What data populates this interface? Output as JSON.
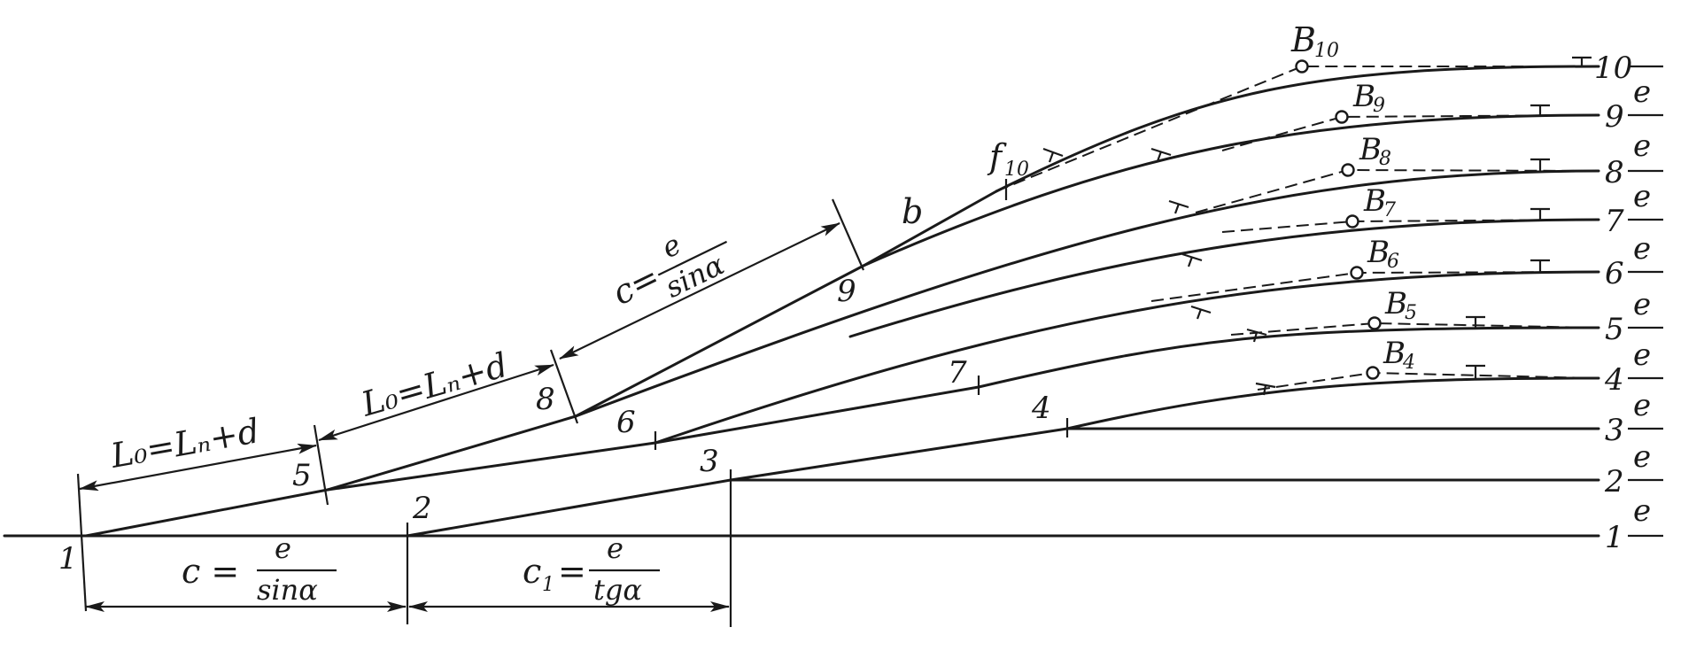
{
  "track_numbers": [
    "1",
    "2",
    "3",
    "4",
    "5",
    "6",
    "7",
    "8",
    "9",
    "10"
  ],
  "spacing_label": "e",
  "switch_numbers": [
    "1",
    "2",
    "3",
    "4",
    "5",
    "6",
    "7",
    "8",
    "9"
  ],
  "end_points": [
    {
      "letter": "B",
      "index": "4"
    },
    {
      "letter": "B",
      "index": "5"
    },
    {
      "letter": "B",
      "index": "6"
    },
    {
      "letter": "B",
      "index": "7"
    },
    {
      "letter": "B",
      "index": "8"
    },
    {
      "letter": "B",
      "index": "9"
    },
    {
      "letter": "B",
      "index": "10"
    }
  ],
  "labels": {
    "f10_letter": "f",
    "f10_index": "10",
    "b": "b",
    "l0_lower": "L₀=Lₙ+d",
    "l0_upper": "L₀=Lₙ+d",
    "c_diag_left": "c=",
    "c_diag_num": "e",
    "c_diag_den": "sinα",
    "c_bottom_left": "c =",
    "c_bottom_num": "e",
    "c_bottom_den": "sinα",
    "c1_letter": "c",
    "c1_index": "1",
    "c1_eq": "=",
    "c1_num": "e",
    "c1_den": "tgα"
  }
}
